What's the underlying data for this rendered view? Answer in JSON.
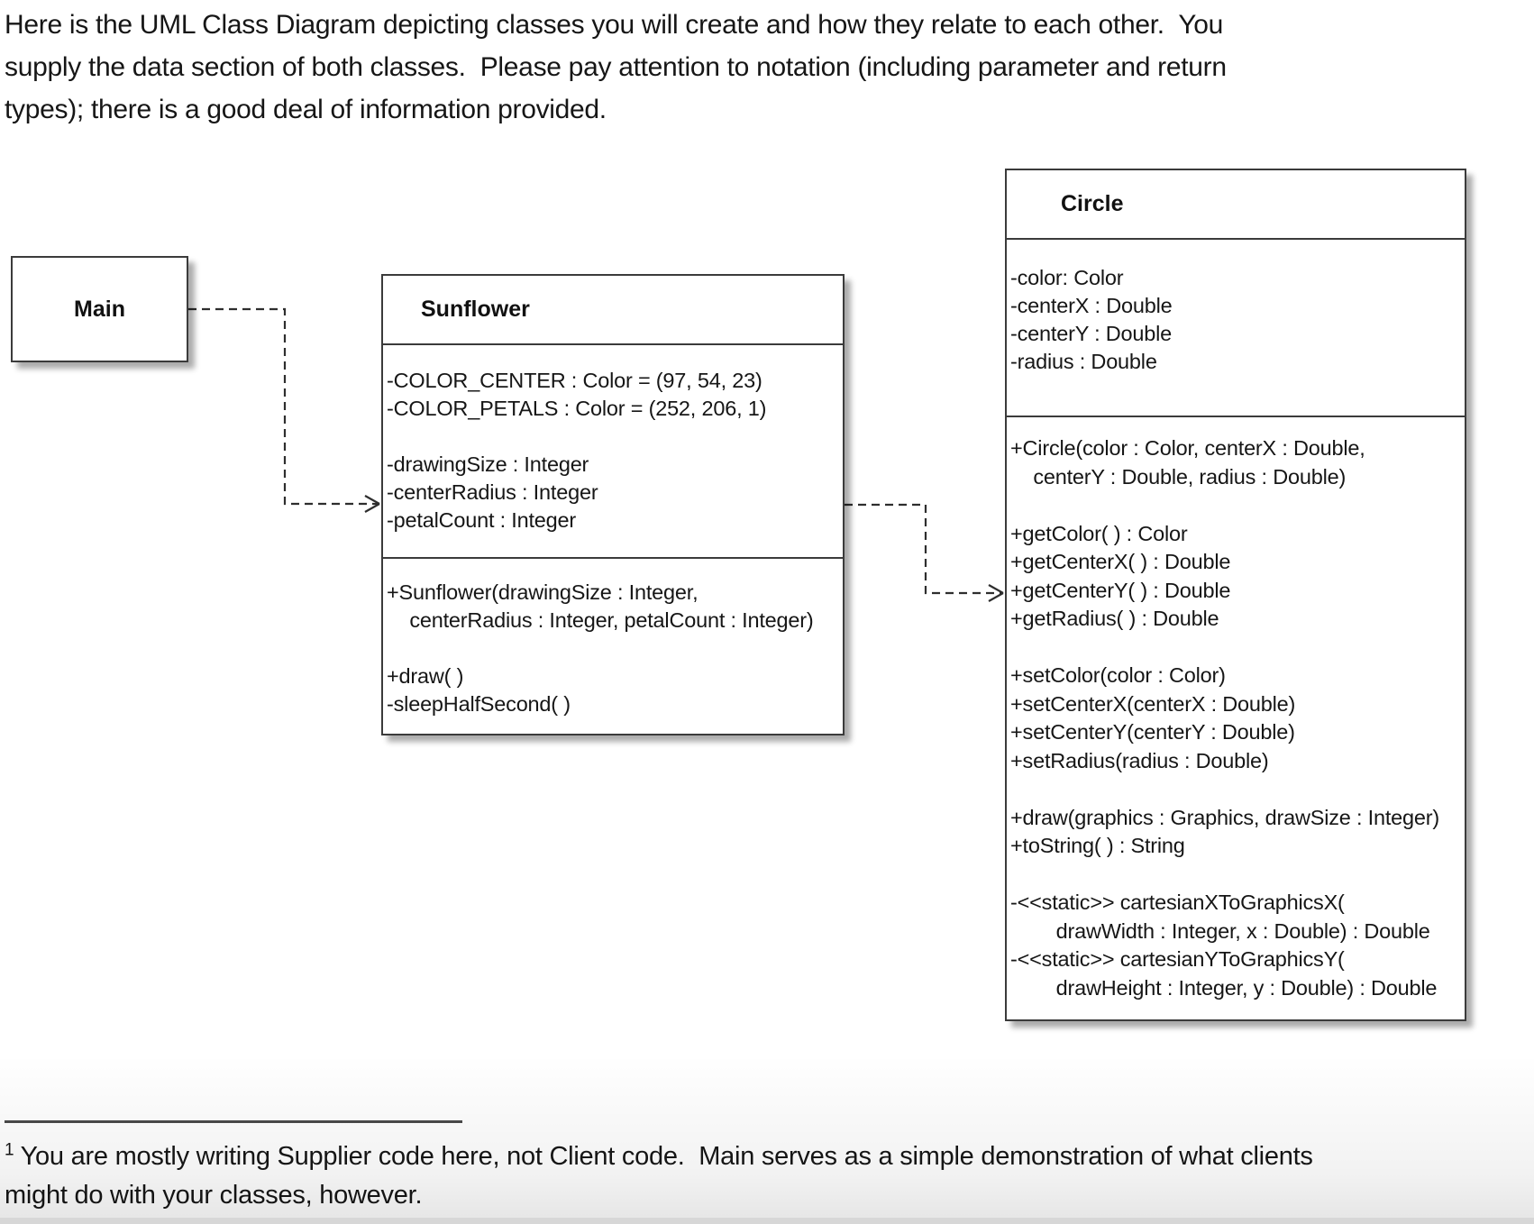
{
  "intro": {
    "lines": [
      "Here is the UML Class Diagram depicting classes you will create and how they relate to each other.  You",
      "supply the data section of both classes.  Please pay attention to notation (including parameter and return",
      "types); there is a good deal of information provided."
    ]
  },
  "diagram": {
    "main": {
      "title": "Main"
    },
    "sunflower": {
      "title": "Sunflower",
      "attributes": [
        "-COLOR_CENTER : Color = (97, 54, 23)",
        "-COLOR_PETALS : Color = (252, 206, 1)",
        "",
        "-drawingSize : Integer",
        "-centerRadius : Integer",
        "-petalCount : Integer"
      ],
      "methods": [
        "+Sunflower(drawingSize : Integer,",
        "    centerRadius : Integer, petalCount : Integer)",
        "",
        "+draw( )",
        "-sleepHalfSecond( )"
      ]
    },
    "circle": {
      "title": "Circle",
      "attributes": [
        "-color: Color",
        "-centerX : Double",
        "-centerY : Double",
        "-radius : Double"
      ],
      "methods": [
        "+Circle(color : Color, centerX : Double,",
        "    centerY : Double, radius : Double)",
        "",
        "+getColor( ) : Color",
        "+getCenterX( ) : Double",
        "+getCenterY( ) : Double",
        "+getRadius( ) : Double",
        "",
        "+setColor(color : Color)",
        "+setCenterX(centerX : Double)",
        "+setCenterY(centerY : Double)",
        "+setRadius(radius : Double)",
        "",
        "+draw(graphics : Graphics, drawSize : Integer)",
        "+toString( ) : String",
        "",
        "-<<static>> cartesianXToGraphicsX(",
        "        drawWidth : Integer, x : Double) : Double",
        "-<<static>> cartesianYToGraphicsY(",
        "        drawHeight : Integer, y : Double) : Double"
      ]
    },
    "relations": [
      {
        "from": "Main",
        "to": "Sunflower",
        "type": "dashed dependency arrow"
      },
      {
        "from": "Sunflower",
        "to": "Circle",
        "type": "dashed dependency arrow"
      }
    ]
  },
  "footnote": {
    "marker": "1",
    "lines": [
      " You are mostly writing Supplier code here, not Client code.  Main serves as a simple demonstration of what clients",
      "might do with your classes, however."
    ]
  },
  "colors": {
    "box_border": "#3b3b3b",
    "text": "#161616",
    "connector": "#2e2e2e",
    "bottom_edge": "#d7d7d7"
  }
}
